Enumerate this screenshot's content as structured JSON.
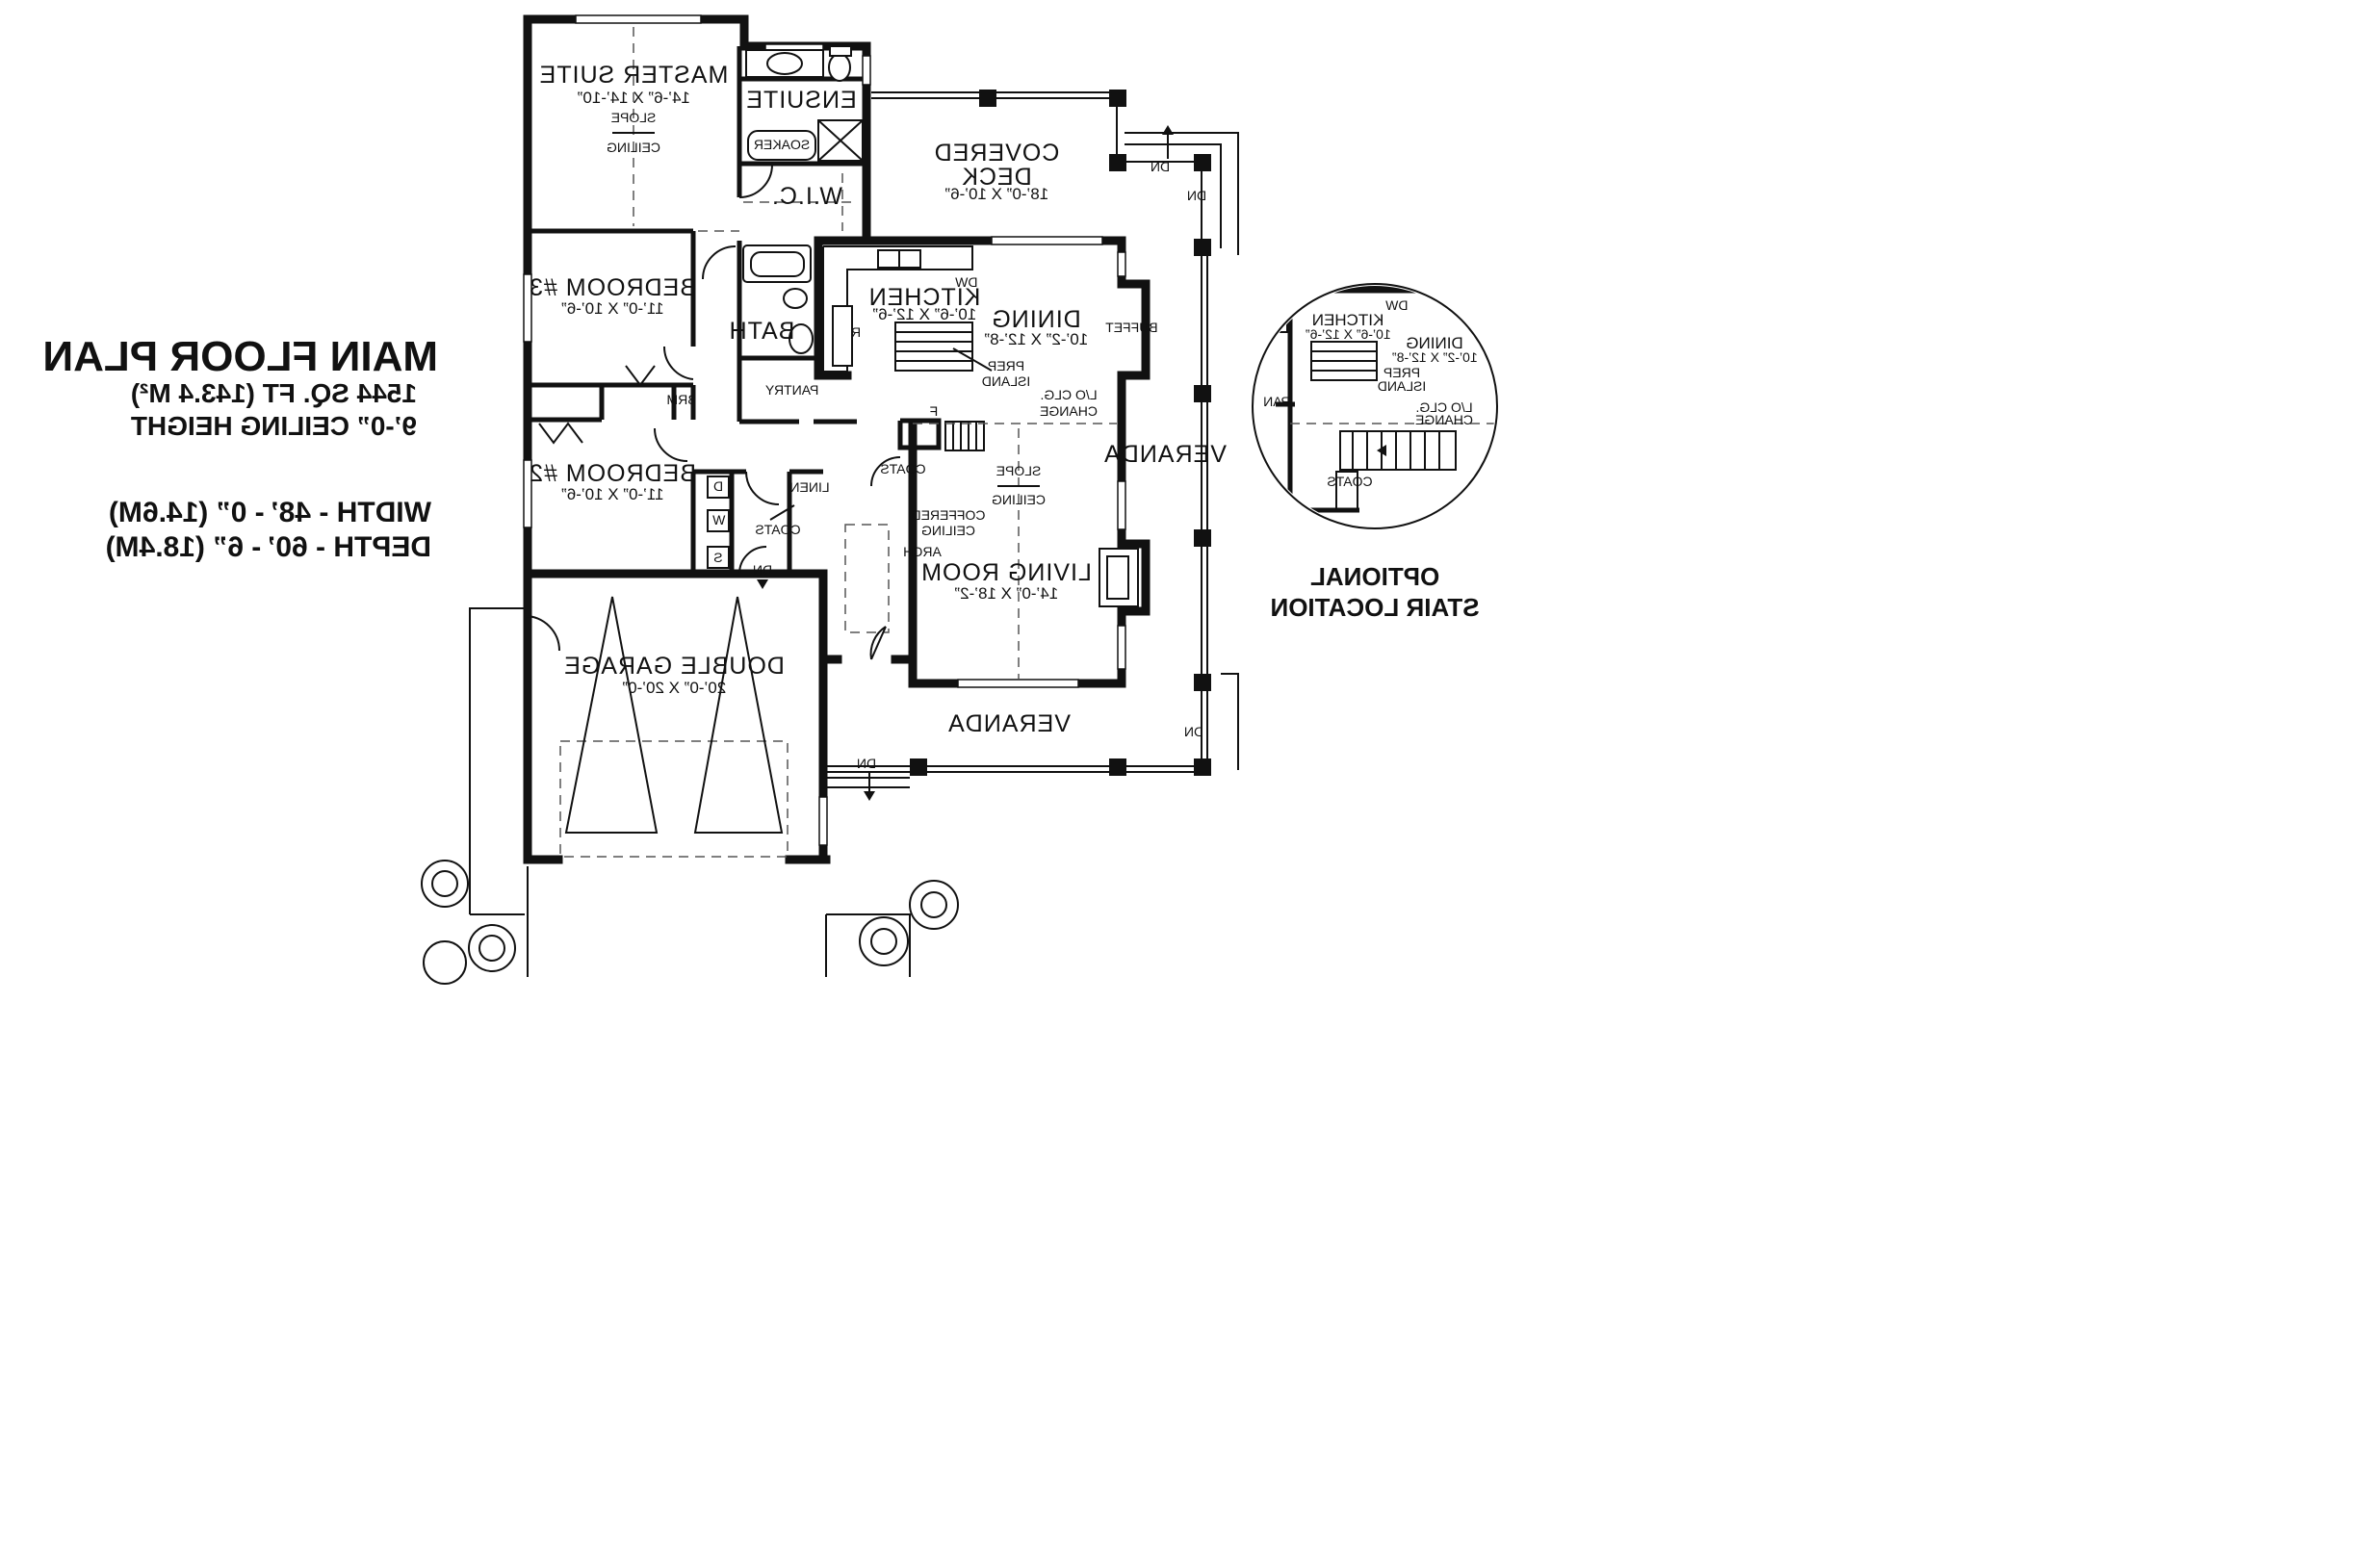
{
  "title": {
    "line1": "MAIN FLOOR PLAN",
    "line2": "1544 SQ. FT (143.4 M²)",
    "line3": "9’-0” CEILING HEIGHT",
    "width": "WIDTH - 48’ - 0” (14.6M)",
    "depth": "DEPTH - 60’ - 6” (18.4M)"
  },
  "rooms": {
    "master": {
      "name": "MASTER SUITE",
      "dims": "14’-6” X 14’-10”"
    },
    "ensuite": {
      "name": "ENSUITE"
    },
    "soaker": "SOAKER",
    "wic": "W.I.C.",
    "slope": "SLOPE",
    "ceiling": "CEILING",
    "deck": {
      "name1": "COVERED",
      "name2": "DECK",
      "dims": "18’-0” X 10’-6”"
    },
    "bed3": {
      "name": "BEDROOM #3",
      "dims": "11’-0” X 10’-6”"
    },
    "bed2": {
      "name": "BEDROOM #2",
      "dims": "11’-0” X 10’-6”"
    },
    "kitchen": {
      "name": "KITCHEN",
      "dims": "10’-6” X 12’-6”"
    },
    "dining": {
      "name": "DINING",
      "dims": "10’-2” X 12’-8”"
    },
    "bath": "BATH",
    "pantry": "PANTRY",
    "buffet": "BUFFET",
    "prep1": "PREP",
    "prep2": "ISLAND",
    "dw": "DW",
    "r": "R",
    "f": "F",
    "lo1": "L/O CLG.",
    "lo2": "CHANGE",
    "brm": "BRM",
    "linen": "LINEN",
    "coats": "COATS",
    "d": "D",
    "wash": "W",
    "s": "S",
    "dn": "DN",
    "coffered1": "COFFERED",
    "coffered2": "CEILING",
    "arch": "ARCH",
    "living": {
      "name": "LIVING ROOM",
      "dims": "14’-0” X 18’-2”"
    },
    "veranda": "VERANDA",
    "garage": {
      "name": "DOUBLE GARAGE",
      "dims": "20’-0” X 20’-0”"
    }
  },
  "inset": {
    "kitchen": {
      "name": "KITCHEN",
      "dims": "10’-6” X 12’-6”"
    },
    "dining": {
      "name": "DINING",
      "dims": "10’-2” X 12’-8”"
    },
    "prep1": "PREP",
    "prep2": "ISLAND",
    "lo1": "L/O CLG.",
    "lo2": "CHANGE",
    "dw": "DW",
    "pan": "PAN",
    "coats": "COATS",
    "label1": "OPTIONAL",
    "label2": "STAIR LOCATION"
  }
}
